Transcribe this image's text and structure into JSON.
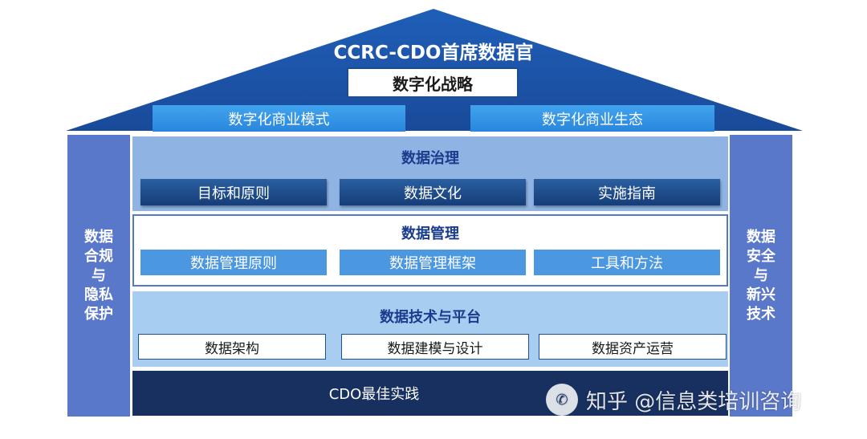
{
  "roof": {
    "title": "CCRC-CDO首席数据官",
    "strategy": "数字化战略",
    "business_model": "数字化商业模式",
    "business_ecosystem": "数字化商业生态"
  },
  "left_pillar": {
    "lines": [
      "数据",
      "合规",
      "与",
      "隐私",
      "保护"
    ]
  },
  "right_pillar": {
    "lines": [
      "数据",
      "安全",
      "与",
      "新兴",
      "技术"
    ]
  },
  "governance": {
    "title": "数据治理",
    "items": [
      "目标和原则",
      "数据文化",
      "实施指南"
    ]
  },
  "management": {
    "title": "数据管理",
    "items": [
      "数据管理原则",
      "数据管理框架",
      "工具和方法"
    ]
  },
  "technology": {
    "title": "数据技术与平台",
    "items": [
      "数据架构",
      "数据建模与设计",
      "数据资产运营"
    ]
  },
  "foundation": {
    "label": "CDO最佳实践"
  },
  "watermark": {
    "text": "知乎 @信息类培训咨询",
    "icon": "wechat-icon"
  },
  "colors": {
    "roof": "#1f55a8",
    "pillar": "#5a78c9",
    "governance_bg": "#8fb4e4",
    "technology_bg": "#a7cdf0",
    "foundation_bg": "#173060",
    "accent_blue": "#4b97e0"
  }
}
